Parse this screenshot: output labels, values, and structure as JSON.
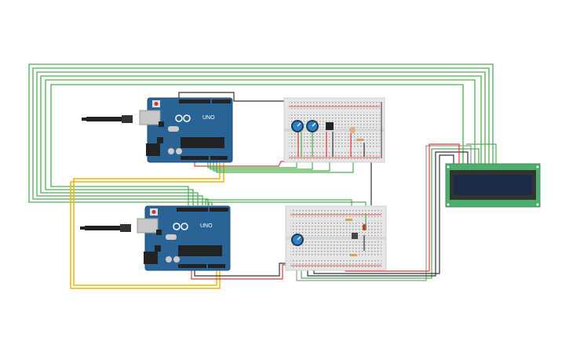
{
  "canvas": {
    "background": "#ffffff"
  },
  "components": {
    "arduino_1": {
      "type": "arduino-uno",
      "board_label": "UNO"
    },
    "arduino_2": {
      "type": "arduino-uno",
      "board_label": "UNO"
    },
    "breadboard_1": {
      "type": "breadboard-small",
      "parts": [
        "potentiometer",
        "potentiometer",
        "temperature-sensor",
        "photoresistor",
        "resistor"
      ]
    },
    "breadboard_2": {
      "type": "breadboard-small",
      "parts": [
        "potentiometer",
        "pushbutton",
        "resistor",
        "resistor",
        "led-red"
      ]
    },
    "lcd": {
      "type": "lcd-16x2"
    }
  },
  "colors": {
    "board": "#2a6496",
    "wire_green": "#4caf50",
    "wire_yellow": "#f0b400",
    "wire_red": "#e53935",
    "wire_black": "#333333",
    "wire_gray": "#999999",
    "lcd_pcb": "#4caf6e",
    "lcd_screen": "#1c2b47"
  }
}
